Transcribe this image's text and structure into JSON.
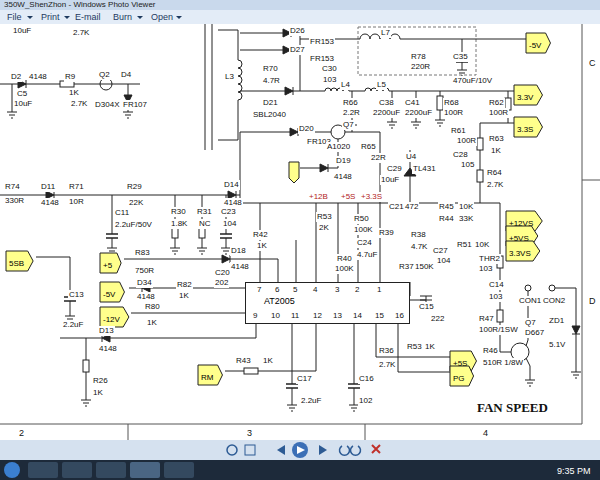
{
  "diagram": {
    "title": "350W_ShenZhon - Windows Photo Viewer",
    "nodes": [
      {
        "text": [
          "-5V"
        ]
      },
      {
        "text": [
          "3.3V"
        ]
      },
      {
        "text": [
          "3.3S"
        ]
      },
      {
        "text": [
          "+12VS"
        ]
      },
      {
        "text": [
          "+5VS"
        ]
      },
      {
        "text": [
          "3.3VS"
        ]
      },
      {
        "text": [
          "5SB"
        ]
      },
      {
        "text": [
          "+5"
        ]
      },
      {
        "text": [
          "-5V"
        ]
      },
      {
        "text": [
          "-12V"
        ]
      },
      {
        "text": [
          "AT2005"
        ]
      },
      {
        "text": [
          "+5S"
        ]
      },
      {
        "text": [
          "PG"
        ]
      },
      {
        "text": [
          "RM"
        ]
      }
    ],
    "labels": [
      "File",
      "Print",
      "E-mail",
      "Burn",
      "Open",
      "10uF",
      "2.7K",
      "D2",
      "4148",
      "R9",
      "Q2",
      "D4",
      "C5",
      "1K",
      "10uF",
      "2.7K",
      "D304X",
      "FR107",
      "D26",
      "FR153",
      "D27",
      "FR153",
      "L7",
      "R78",
      "220R",
      "C35",
      "470uF/10V",
      "L3",
      "R70",
      "4.7R",
      "C30",
      "103",
      "L4",
      "L5",
      "D21",
      "SBL2040",
      "R66",
      "2.2R",
      "C38",
      "2200uF",
      "C41",
      "2200uF",
      "R68",
      "100R",
      "R62",
      "100R",
      "D20",
      "FR103",
      "Q7",
      "A1020",
      "R61",
      "100R",
      "R63",
      "1K",
      "C28",
      "105",
      "R65",
      "22R",
      "C29",
      "10uF",
      "U4",
      "TL431",
      "R64",
      "2.7K",
      "D19",
      "4148",
      "+12B",
      "+5S",
      "+3.3S",
      "R74",
      "330R",
      "D11",
      "4148",
      "R71",
      "10R",
      "R29",
      "22K",
      "D14",
      "4148",
      "C11",
      "2.2uF/50V",
      "R30",
      "1.8K",
      "R31",
      "NC",
      "C23",
      "104",
      "R53",
      "2K",
      "C21",
      "472",
      "R50",
      "100K",
      "R45",
      "10K",
      "R44",
      "33K",
      "R42",
      "1K",
      "R39",
      "C24",
      "4.7uF",
      "R38",
      "4.7K",
      "C27",
      "104",
      "R51",
      "10K",
      "R40",
      "100K",
      "R37",
      "150K",
      "THR2",
      "103",
      "R83",
      "750R",
      "D18",
      "4148",
      "C20",
      "202",
      "D34",
      "4148",
      "R82",
      "1K",
      "R80",
      "1K",
      "C13",
      "2.2uF",
      "C14",
      "103",
      "CON1",
      "CON2",
      "C15",
      "222",
      "7",
      "6",
      "5",
      "4",
      "3",
      "2",
      "1",
      "9",
      "10",
      "11",
      "12",
      "13",
      "14",
      "15",
      "16",
      "R47",
      "100R/1SW",
      "Q7",
      "D667",
      "ZD1",
      "5.1V",
      "R46",
      "510R 1/8W",
      "R53",
      "1K",
      "R36",
      "2.7K",
      "D13",
      "4148",
      "R43",
      "1K",
      "R26",
      "1K",
      "C17",
      "2.2uF",
      "C16",
      "102",
      "FAN SPEED",
      "2",
      "3",
      "4",
      "C",
      "D",
      "9:35 PM"
    ]
  }
}
